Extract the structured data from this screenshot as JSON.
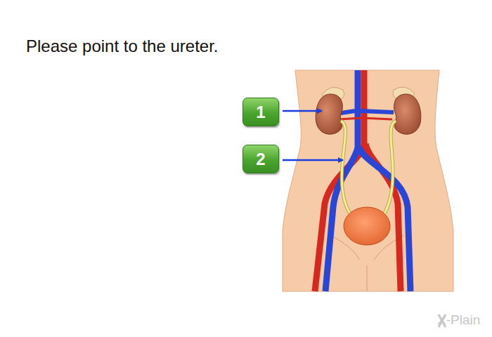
{
  "diagram": {
    "title": "Please point to the ureter.",
    "nodes": [
      {
        "text": [
          "1"
        ]
      },
      {
        "text": [
          "2"
        ]
      }
    ],
    "labels": [
      "X-Plain"
    ]
  }
}
